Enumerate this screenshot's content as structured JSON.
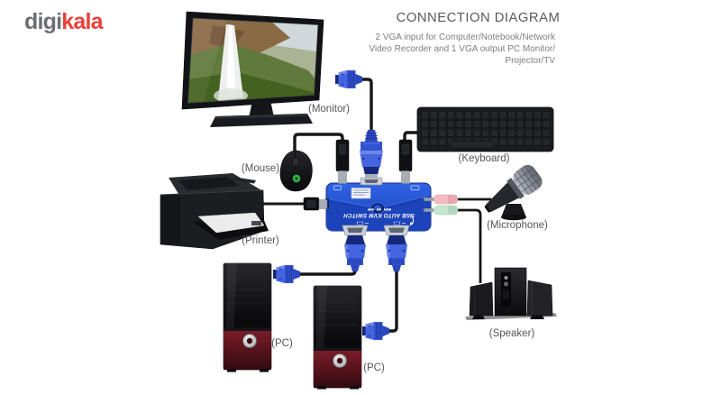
{
  "brand": {
    "digi": "digi",
    "kala": "kala"
  },
  "header": {
    "title": "CONNECTION DIAGRAM",
    "subtitle_line1": "2 VGA input for Computer/Notebook/Network",
    "subtitle_line2": "Video Recorder and 1 VGA output PC Monitor/",
    "subtitle_line3": "Projector/TV"
  },
  "kvm": {
    "device_text": "USB AUTO KVM SWITCH"
  },
  "labels": {
    "monitor": "(Monitor)",
    "mouse": "(Mouse)",
    "keyboard": "(Keyboard)",
    "printer": "(Printer)",
    "microphone": "(Microphone)",
    "speaker": "(Speaker)",
    "pc1": "(PC)",
    "pc2": "(PC)"
  },
  "colors": {
    "brand_gray": "#6d6e71",
    "brand_red": "#e8413a",
    "kvm_blue": "#2456d6",
    "vga_connector_blue": "#4565e0",
    "mic_jack_pink": "#f3bac2",
    "speaker_jack_green": "#c5e7cf",
    "label_gray": "#55565a"
  }
}
